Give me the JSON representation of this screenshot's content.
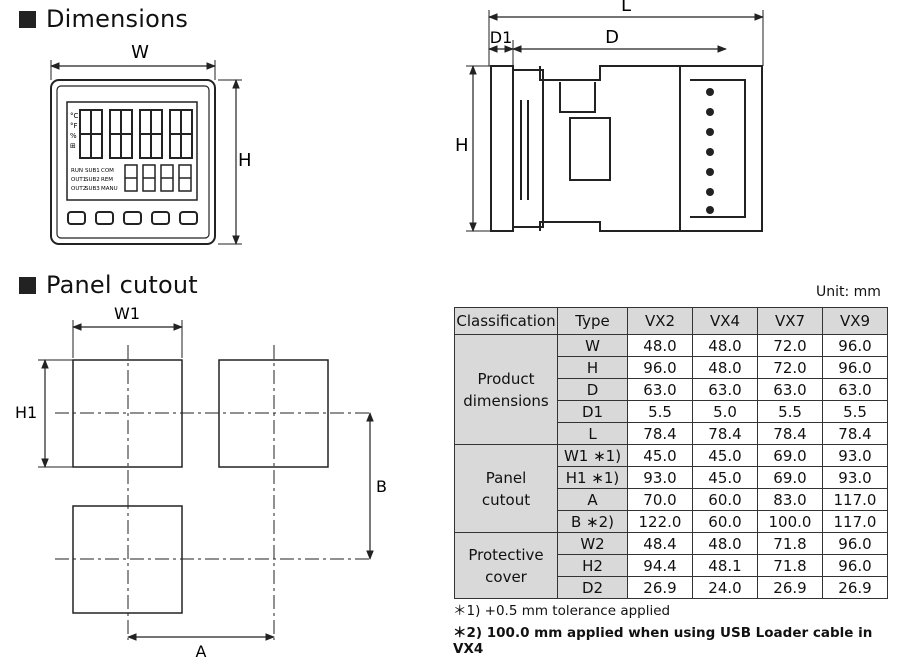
{
  "headings": {
    "dimensions": "Dimensions",
    "panel_cutout": "Panel cutout"
  },
  "front_view": {
    "width_label": "W",
    "height_label": "H",
    "side_indicators": [
      "°C",
      "°F",
      "%",
      "⊞"
    ],
    "status_labels": [
      [
        "RUN",
        "SUB1",
        "COM"
      ],
      [
        "OUT1",
        "SUB2",
        "REM"
      ],
      [
        "OUT2",
        "SUB3",
        "MANU"
      ]
    ]
  },
  "side_view": {
    "labels": {
      "L": "L",
      "D1": "D1",
      "D": "D",
      "H": "H"
    }
  },
  "cutout_view": {
    "labels": {
      "W1": "W1",
      "H1": "H1",
      "A": "A",
      "B": "B"
    }
  },
  "table": {
    "unit": "Unit: mm",
    "headers": [
      "Classification",
      "Type",
      "VX2",
      "VX4",
      "VX7",
      "VX9"
    ],
    "groups": [
      {
        "name_lines": [
          "Product",
          "dimensions"
        ],
        "rows": [
          {
            "type": "W",
            "values": [
              "48.0",
              "48.0",
              "72.0",
              "96.0"
            ]
          },
          {
            "type": "H",
            "values": [
              "96.0",
              "48.0",
              "72.0",
              "96.0"
            ]
          },
          {
            "type": "D",
            "values": [
              "63.0",
              "63.0",
              "63.0",
              "63.0"
            ]
          },
          {
            "type": "D1",
            "values": [
              "5.5",
              "5.0",
              "5.5",
              "5.5"
            ]
          },
          {
            "type": "L",
            "values": [
              "78.4",
              "78.4",
              "78.4",
              "78.4"
            ]
          }
        ]
      },
      {
        "name_lines": [
          "Panel",
          "cutout"
        ],
        "rows": [
          {
            "type": "W1 ∗1)",
            "values": [
              "45.0",
              "45.0",
              "69.0",
              "93.0"
            ]
          },
          {
            "type": "H1 ∗1)",
            "values": [
              "93.0",
              "45.0",
              "69.0",
              "93.0"
            ]
          },
          {
            "type": "A",
            "values": [
              "70.0",
              "60.0",
              "83.0",
              "117.0"
            ]
          },
          {
            "type": "B  ∗2)",
            "values": [
              "122.0",
              "60.0",
              "100.0",
              "117.0"
            ]
          }
        ]
      },
      {
        "name_lines": [
          "Protective",
          "cover"
        ],
        "rows": [
          {
            "type": "W2",
            "values": [
              "48.4",
              "48.0",
              "71.8",
              "96.0"
            ]
          },
          {
            "type": "H2",
            "values": [
              "94.4",
              "48.1",
              "71.8",
              "96.0"
            ]
          },
          {
            "type": "D2",
            "values": [
              "26.9",
              "24.0",
              "26.9",
              "26.9"
            ]
          }
        ]
      }
    ]
  },
  "notes": {
    "note1": "＊1) +0.5 mm tolerance applied",
    "note2": "＊2) 100.0 mm applied when using USB Loader cable in VX4"
  }
}
